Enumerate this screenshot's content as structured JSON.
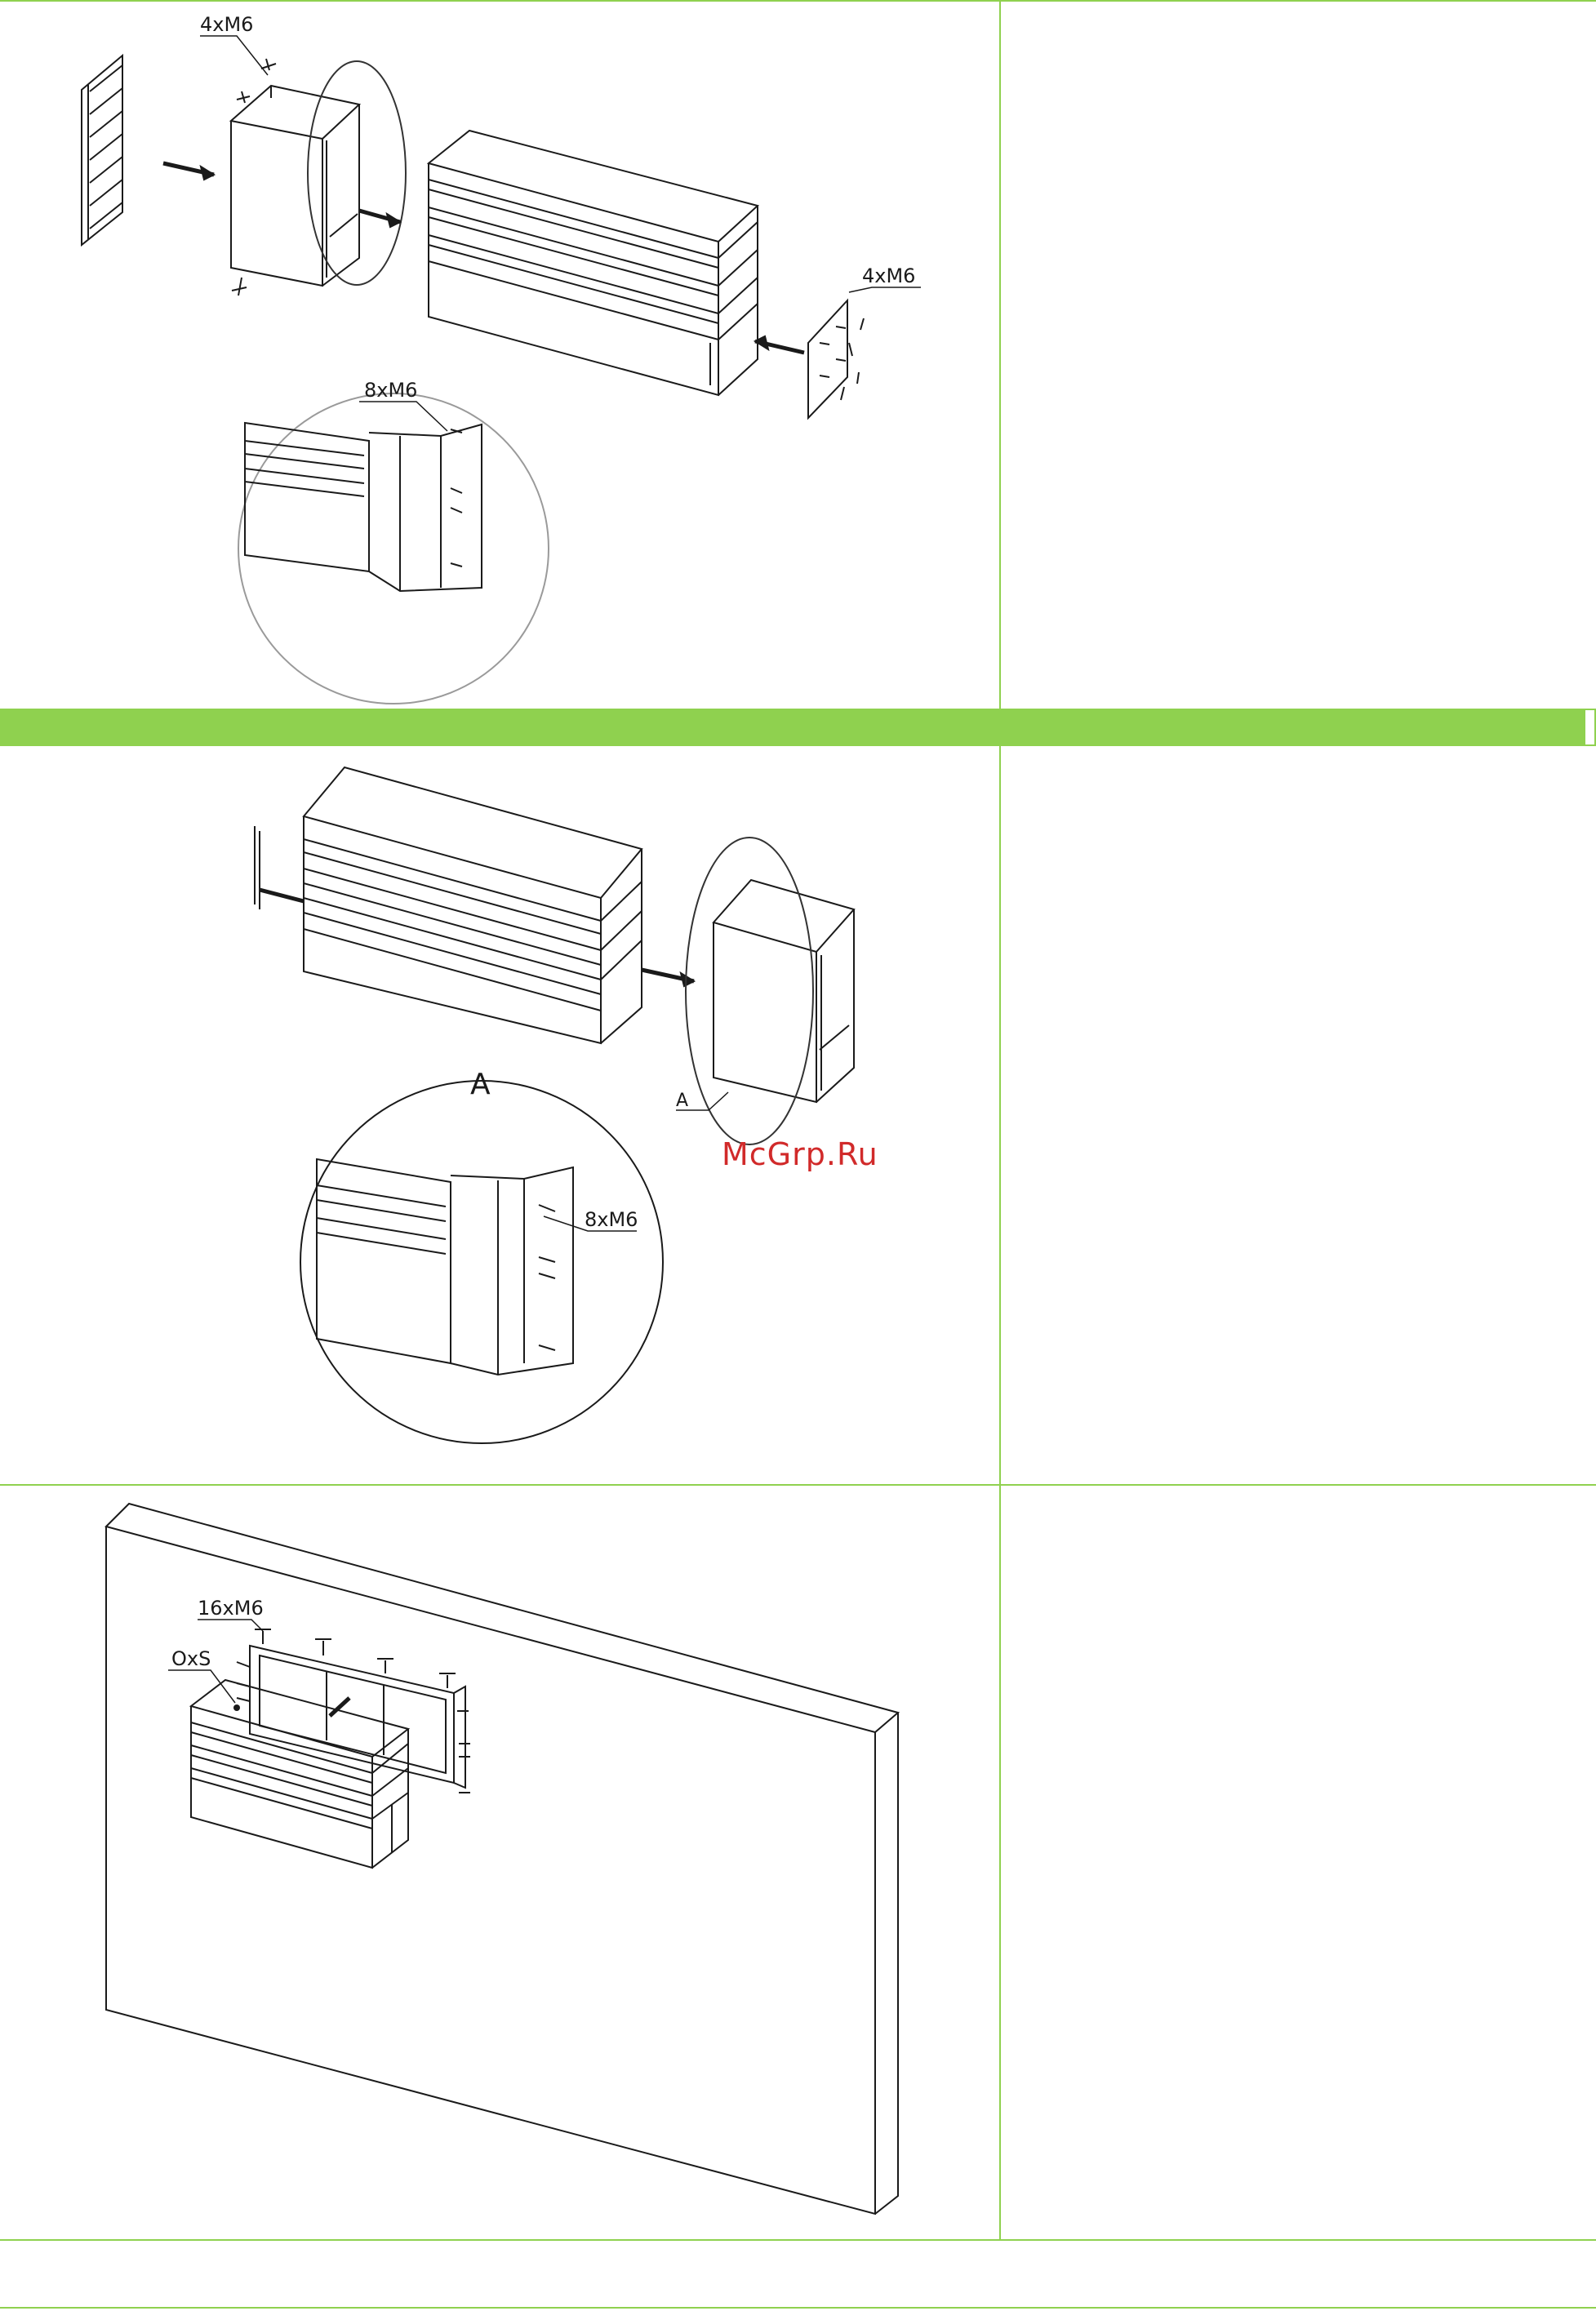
{
  "colors": {
    "accent_green": "#8fd14f",
    "line": "#1a1a1a",
    "detail_circle": "#9a9a9a",
    "watermark": "#d12a2a"
  },
  "step1": {
    "callout_top": "4xM6",
    "callout_right": "4xM6",
    "callout_detail": "8xM6"
  },
  "step2": {
    "detail_letter": "A",
    "detail_ref": "A",
    "callout_detail": "8xM6"
  },
  "step3": {
    "callout_screws": "16xM6",
    "callout_label": "OxS"
  },
  "watermark": "McGrp.Ru"
}
